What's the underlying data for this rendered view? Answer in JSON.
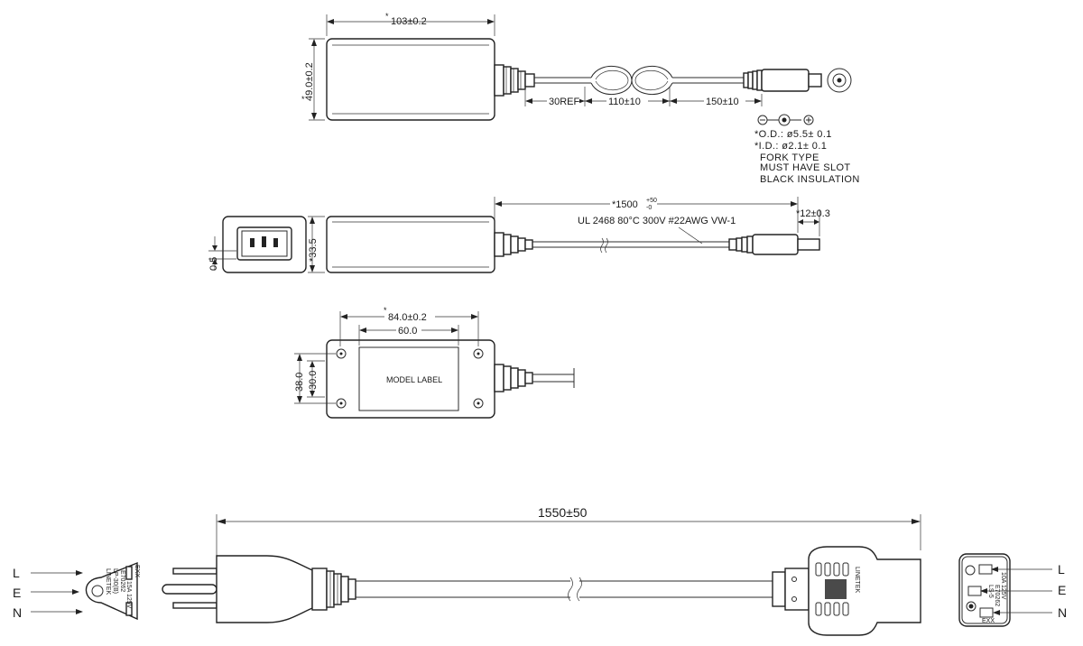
{
  "top_view": {
    "width_dim": "103±0.2",
    "width_star": "*",
    "height_dim": "49.0±0.2",
    "height_star": "*",
    "seg_ref": "30REF",
    "seg_mid": "110±10",
    "seg_end": "150±10",
    "polarity_neg": "⊖",
    "polarity_pos": "⊕",
    "plug_notes": [
      "*O.D.: ø5.5± 0.1",
      "*I.D.: ø2.1± 0.1",
      "FORK TYPE",
      "MUST HAVE SLOT",
      "BLACK INSULATION"
    ]
  },
  "side_view": {
    "cable_len": "*1500",
    "cable_tol_top": "+50",
    "cable_tol_bot": "-0",
    "plug_len": "*12±0.3",
    "cable_spec": "UL 2468 80°C 300V #22AWG VW-1",
    "height_dim": "*33.5",
    "inlet_offset": "0.5"
  },
  "bottom_view": {
    "outer_width": "84.0±0.2",
    "outer_star": "*",
    "inner_width": "60.0",
    "outer_height": "38.0",
    "inner_height": "30.0",
    "label": "MODEL LABEL"
  },
  "power_cord": {
    "length": "1550±50",
    "pins": [
      "L",
      "E",
      "N"
    ],
    "connector_brand": "LINETEK",
    "connector_mark_left": "EXX",
    "plug_text_left": [
      "LINETEK",
      "LP-30(B)",
      "E70262",
      "15A 125V"
    ],
    "plug_text_right": [
      "LINETEK",
      "LS-5",
      "E70262",
      "10A 125V"
    ],
    "connector_mark_right": "EXX"
  }
}
